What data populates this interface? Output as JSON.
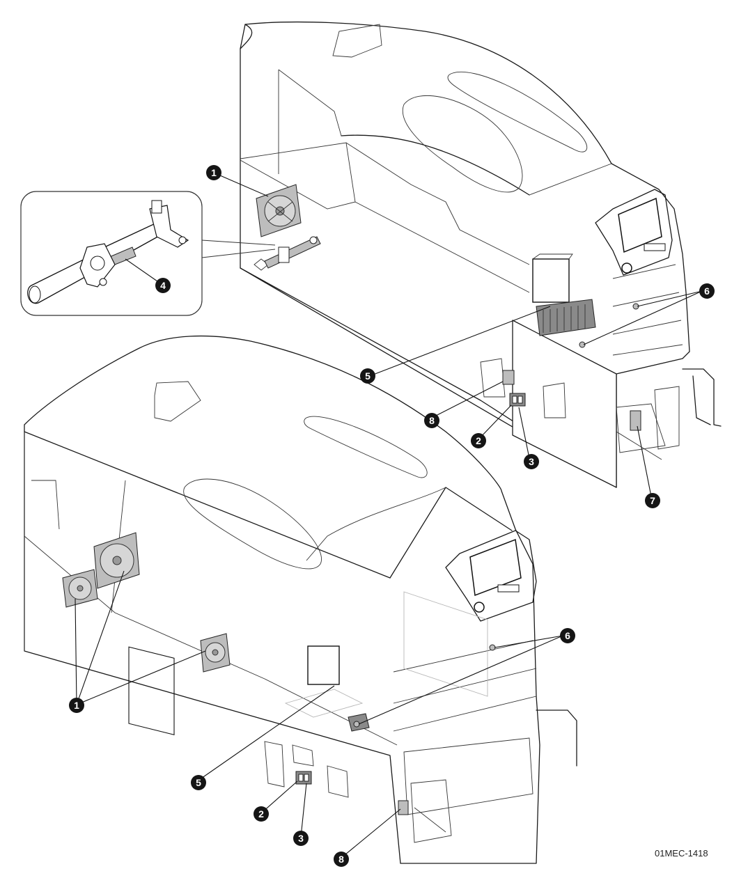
{
  "figure": {
    "id_label": "01MEC-1418",
    "views": [
      "upper-rear-view",
      "lower-front-view",
      "detail-inset"
    ]
  },
  "callouts": {
    "c1": "1",
    "c2": "2",
    "c3": "3",
    "c4": "4",
    "c5": "5",
    "c6": "6",
    "c7": "7",
    "c8": "8"
  },
  "colors": {
    "line": "#1a1a1a",
    "part_fill": "#bdbdbd",
    "callout_fill": "#151515"
  }
}
